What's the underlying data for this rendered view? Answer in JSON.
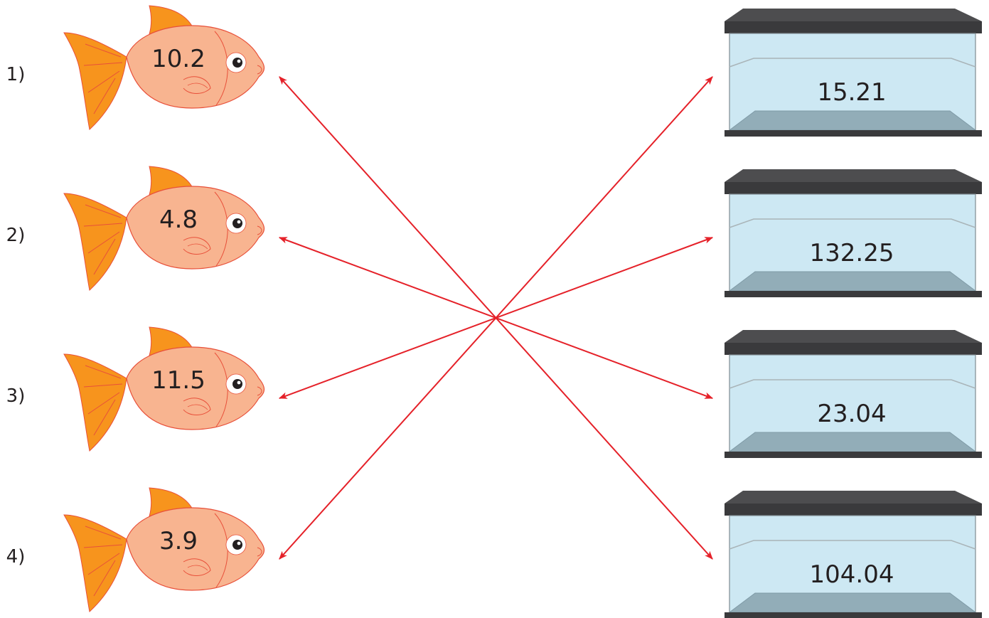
{
  "colors": {
    "fish_body": "#f8b490",
    "fish_outline": "#e8503a",
    "fish_fin": "#f7941d",
    "tank_water": "#cde8f3",
    "tank_lid": "#4d4d4f",
    "tank_floor": "#92adb8",
    "arrow": "#e52129"
  },
  "fish": [
    {
      "label": "1)",
      "value": "10.2"
    },
    {
      "label": "2)",
      "value": "4.8"
    },
    {
      "label": "3)",
      "value": "11.5"
    },
    {
      "label": "4)",
      "value": "3.9"
    }
  ],
  "tanks": [
    {
      "value": "15.21"
    },
    {
      "value": "132.25"
    },
    {
      "value": "23.04"
    },
    {
      "value": "104.04"
    }
  ],
  "connections": [
    {
      "fish": 1,
      "tank": 4
    },
    {
      "fish": 2,
      "tank": 3
    },
    {
      "fish": 3,
      "tank": 2
    },
    {
      "fish": 4,
      "tank": 1
    }
  ]
}
